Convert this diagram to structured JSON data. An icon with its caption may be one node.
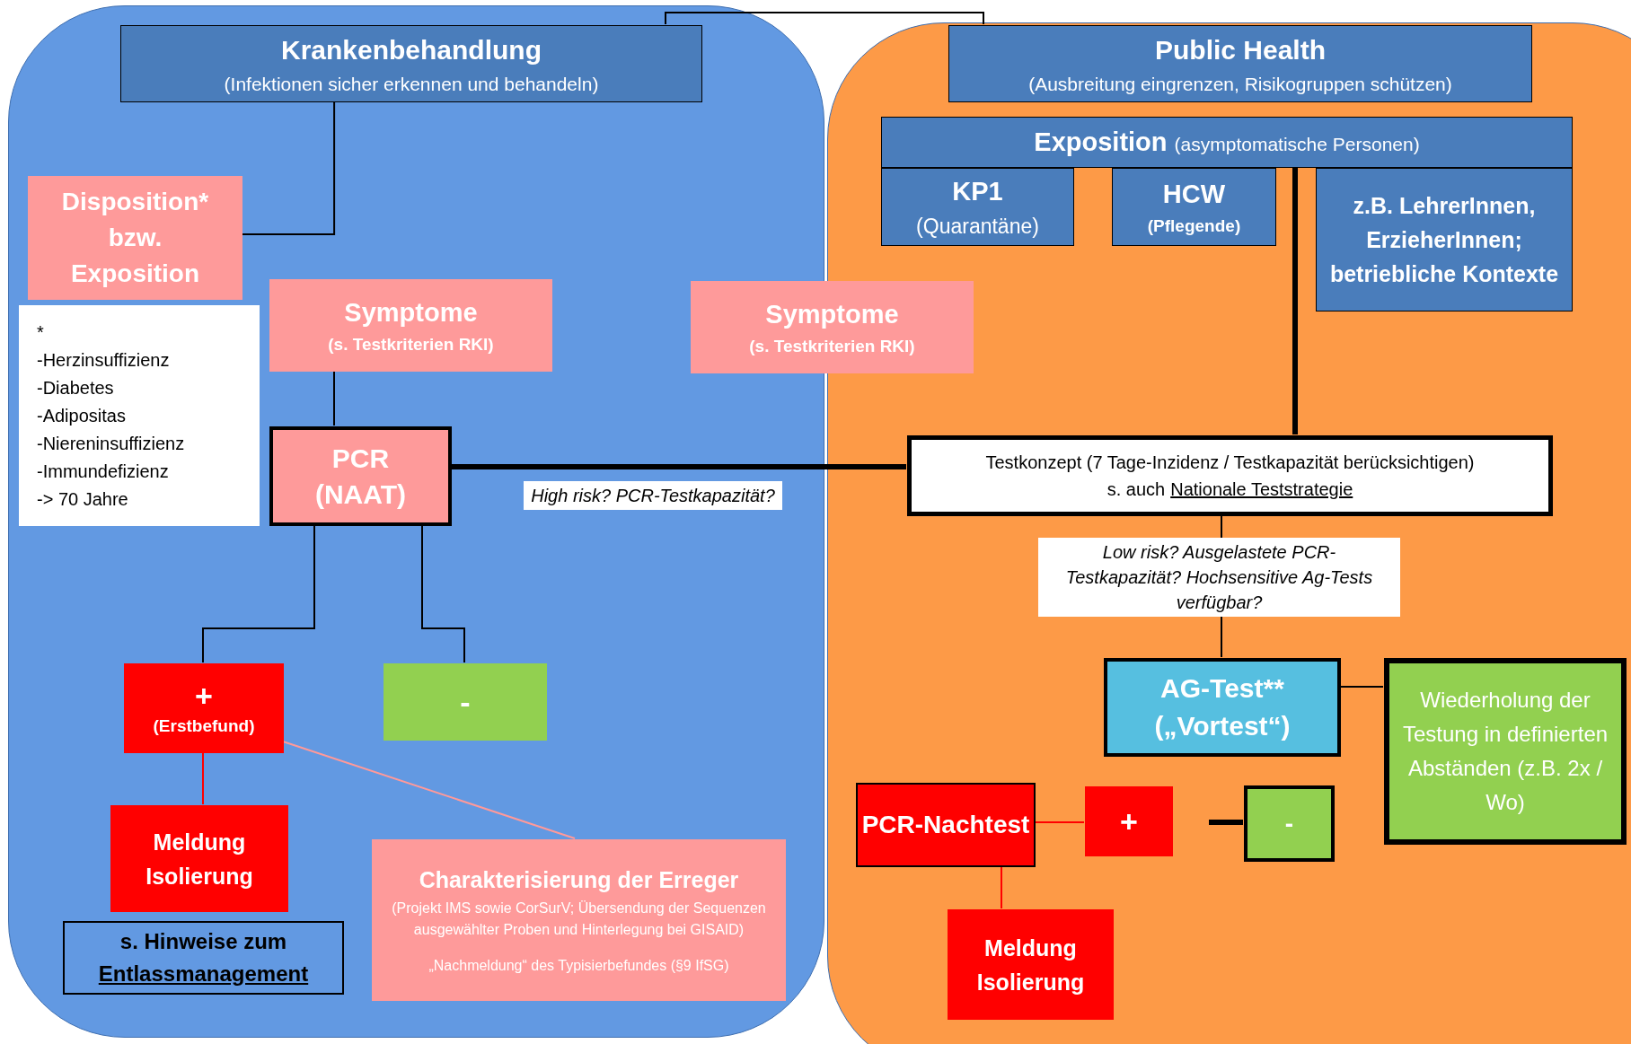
{
  "diagram": {
    "nodes": [
      {
        "text": [],
        "shape": "box"
      },
      {
        "text": [],
        "shape": "box"
      },
      {
        "text": [
          "Krankenbehandlung",
          "(Infektionen sicher erkennen und behandeln)"
        ],
        "in": 0
      },
      {
        "text": [
          "Public Health",
          "(Ausbreitung eingrenzen, Risikogruppen schützen)"
        ],
        "in": 1
      },
      {
        "text": [
          "Disposition* bzw. Exposition"
        ],
        "in": 0
      },
      {
        "text": [
          "*",
          "-Herzinsuffizienz",
          "-Diabetes",
          "-Adipositas",
          "-Niereninsuffizienz",
          "-Immundefizienz",
          "-> 70 Jahre"
        ],
        "in": 0
      },
      {
        "text": [
          "Symptome",
          "(s. Testkriterien RKI)"
        ],
        "in": 0
      },
      {
        "text": [
          "PCR (NAAT)"
        ],
        "in": 0
      },
      {
        "text": [
          "+",
          "(Erstbefund)"
        ],
        "in": 0
      },
      {
        "text": [
          "-"
        ],
        "in": 0
      },
      {
        "text": [
          "Meldung Isolierung"
        ],
        "in": 0
      },
      {
        "text": [
          "s. Hinweise zum",
          "Entlassmanagement"
        ],
        "in": 0
      },
      {
        "text": [
          "Charakterisierung der Erreger",
          "(Projekt IMS sowie CorSurV; Übersendung der Sequenzen ausgewählter Proben und Hinterlegung bei GISAID)",
          "„Nachmeldung“ des Typisierbefundes (§9 IfSG)"
        ],
        "in": 0
      },
      {
        "text": [
          "Symptome",
          "(s. Testkriterien RKI)"
        ]
      },
      {
        "text": [
          "Exposition",
          "(asymptomatische Personen)"
        ],
        "in": 1
      },
      {
        "text": [
          "KP1",
          "(Quarantäne)"
        ],
        "in": 1
      },
      {
        "text": [
          "HCW",
          "(Pflegende)"
        ],
        "in": 1
      },
      {
        "text": [
          "z.B. LehrerInnen, ErzieherInnen; betriebliche Kontexte"
        ],
        "in": 1
      },
      {
        "text": [
          "Testkonzept (7 Tage-Inzidenz / Testkapazität berücksichtigen)",
          "s. auch",
          "Nationale Teststrategie"
        ],
        "in": 1
      },
      {
        "text": [
          "AG-Test** („Vortest“)"
        ],
        "in": 1
      },
      {
        "text": [
          "Wiederholung der Testung in definierten Abständen (z.B. 2x / Wo)"
        ],
        "in": 1
      },
      {
        "text": [
          "PCR-Nachtest"
        ],
        "in": 1
      },
      {
        "text": [
          "+"
        ],
        "in": 1
      },
      {
        "text": [
          "-"
        ],
        "in": 1
      },
      {
        "text": [
          "Meldung Isolierung"
        ],
        "in": 1
      }
    ],
    "edges": [
      {
        "from": 2,
        "to": 3,
        "arrow": "none"
      },
      {
        "from": 2,
        "to": 4,
        "arrow": "none"
      },
      {
        "from": 6,
        "to": 7,
        "arrow": "none"
      },
      {
        "from": 7,
        "to": 18,
        "arrow": "none",
        "label": "High risk? PCR-Testkapazität?",
        "style": "thick"
      },
      {
        "from": 14,
        "to": 18,
        "arrow": "none",
        "style": "thick"
      },
      {
        "from": 18,
        "to": 19,
        "arrow": "none",
        "label": "Low risk? Ausgelastete PCR-Testkapazität? Hochsensitive Ag-Tests verfügbar?"
      },
      {
        "from": 19,
        "to": 20,
        "arrow": "none"
      },
      {
        "from": 7,
        "to": 8,
        "arrow": "none"
      },
      {
        "from": 7,
        "to": 9,
        "arrow": "none"
      },
      {
        "from": 8,
        "to": 10,
        "arrow": "none",
        "color": "#ff0000"
      },
      {
        "from": 8,
        "to": 12,
        "arrow": "none",
        "color": "#ff9999"
      },
      {
        "from": 21,
        "to": 22,
        "arrow": "none",
        "color": "#ff0000"
      },
      {
        "from": 21,
        "to": 24,
        "arrow": "none",
        "color": "#ff0000"
      },
      {
        "from": null,
        "to": 23,
        "arrow": "none",
        "style": "thick"
      }
    ]
  }
}
